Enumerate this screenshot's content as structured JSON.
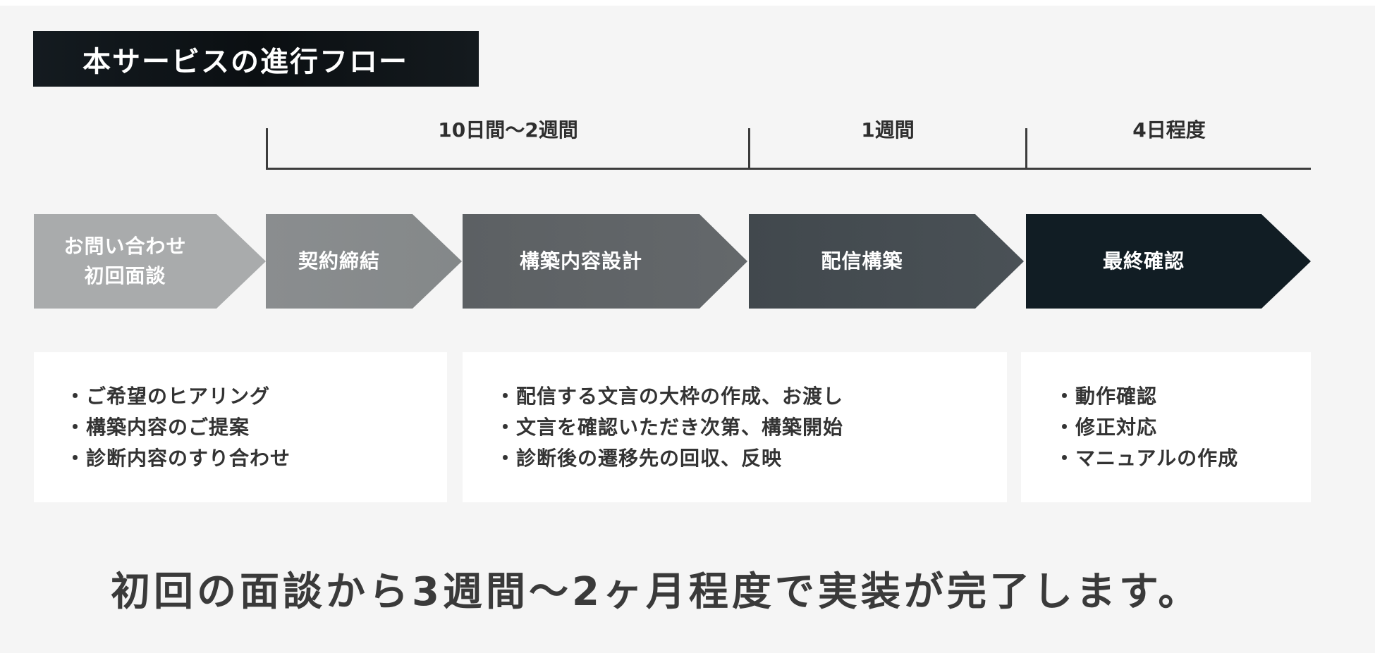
{
  "title": "本サービスの進行フロー",
  "durations": [
    {
      "label": "10日間〜2週間"
    },
    {
      "label": "1週間"
    },
    {
      "label": "4日程度"
    }
  ],
  "steps": [
    {
      "label": "お問い合わせ\n初回面談",
      "color": "#a9abac"
    },
    {
      "label": "契約締結",
      "color": "#86898b"
    },
    {
      "label": "構築内容設計",
      "color": "#5f6366"
    },
    {
      "label": "配信構築",
      "color": "#454c51"
    },
    {
      "label": "最終確認",
      "color": "#111d24"
    }
  ],
  "details": [
    {
      "items": [
        "ご希望のヒアリング",
        "構築内容のご提案",
        "診断内容のすり合わせ"
      ]
    },
    {
      "items": [
        "配信する文言の大枠の作成、お渡し",
        "文言を確認いただき次第、構築開始",
        "診断後の遷移先の回収、反映"
      ]
    },
    {
      "items": [
        "動作確認",
        "修正対応",
        "マニュアルの作成"
      ]
    }
  ],
  "bullet": "・",
  "summary": "初回の面談から3週間〜2ヶ月程度で実装が完了します。",
  "colors": {
    "background": "#f5f5f5",
    "title_bg": "#0e1317",
    "bracket": "#3c3c3c",
    "text_dark": "#333333"
  }
}
